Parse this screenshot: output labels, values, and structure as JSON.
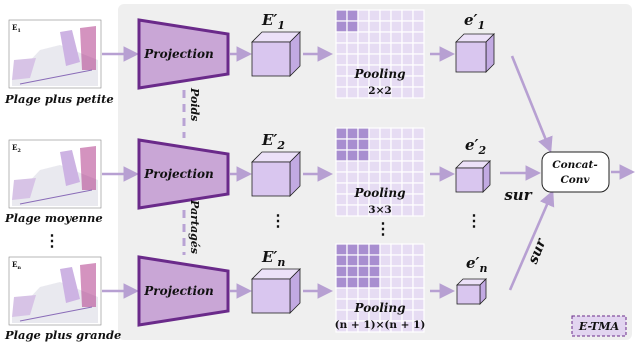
{
  "inputs": [
    {
      "tag": "E",
      "sub": "1",
      "caption": "Plage plus petite"
    },
    {
      "tag": "E",
      "sub": "2",
      "caption": "Plage moyenne"
    },
    {
      "tag": "E",
      "sub": "n",
      "caption": "Plage plus grande"
    }
  ],
  "projection_label": "Projection",
  "shared_weights": {
    "word1": "Poids",
    "word2": "Partagés"
  },
  "features": [
    {
      "main": "E′",
      "sub": "1"
    },
    {
      "main": "E′",
      "sub": "2"
    },
    {
      "main": "E′",
      "sub": "n"
    }
  ],
  "pooling": [
    {
      "label": "Pooling",
      "size": "2×2"
    },
    {
      "label": "Pooling",
      "size": "3×3"
    },
    {
      "label": "Pooling",
      "size": "(n + 1)×(n + 1)"
    }
  ],
  "outputs": [
    {
      "main": "e′",
      "sub": "1"
    },
    {
      "main": "e′",
      "sub": "2"
    },
    {
      "main": "e′",
      "sub": "n"
    }
  ],
  "ellipsis": "⋮",
  "upsample_label": "sur",
  "concat_label": [
    "Concat-",
    "Conv"
  ],
  "module_name": "E-TMA",
  "colors": {
    "panel": "#efefef",
    "arrow": "#b7a0d2",
    "proj_fill": "#c9a6d6",
    "proj_stroke": "#6a2a8a",
    "cube_front": "#d9c6ef",
    "cube_top": "#ece1f8",
    "cube_side": "#c2aae2",
    "grid_light": "#e6dcf3",
    "grid_dark": "#a88ed0",
    "dashed": "#b9a3d4"
  }
}
